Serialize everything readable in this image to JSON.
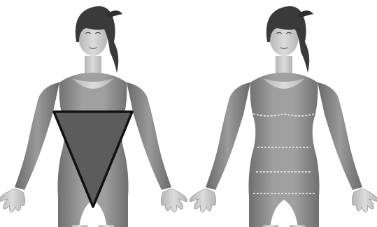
{
  "figures": [
    {
      "id": "left",
      "shape": "inverted-triangle",
      "overlay": "triangle-outline"
    },
    {
      "id": "right",
      "shape": "inverted-triangle",
      "overlay": "measurement-lines"
    }
  ],
  "colors": {
    "background": "#ffffff",
    "skin_light": "#cfcfcf",
    "skin_mid": "#a9a9a9",
    "suit_dark": "#7c7c7c",
    "suit_mid": "#959595",
    "hair": "#3a3a3a",
    "triangle_fill": "#5c5c5c",
    "triangle_stroke": "#111111",
    "measure_line": "#dcdcdc"
  }
}
